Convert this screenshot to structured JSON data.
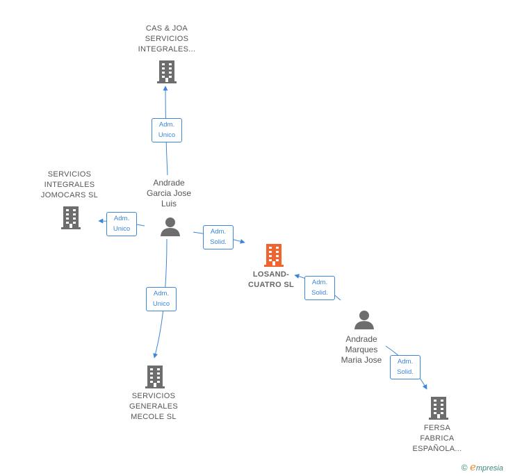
{
  "nodes": {
    "cas_joa": "CAS & JOA\nSERVICIOS\nINTEGRALES...",
    "jomocars": "SERVICIOS\nINTEGRALES\nJOMOCARS  SL",
    "losand": "LOSAND-\nCUATRO  SL",
    "mecole": "SERVICIOS\nGENERALES\nMECOLE  SL",
    "fersa": "FERSA\nFABRICA\nESPAÑOLA..."
  },
  "persons": {
    "andrade_garcia": "Andrade\nGarcia Jose\nLuis",
    "andrade_marques": "Andrade\nMarques\nMaria Jose"
  },
  "edges": {
    "to_cas_joa": "Adm.\nUnico",
    "to_jomocars": "Adm.\nUnico",
    "to_losand_garcia": "Adm.\nSolid.",
    "to_mecole": "Adm.\nUnico",
    "to_losand_marques": "Adm.\nSolid.",
    "to_fersa": "Adm.\nSolid."
  },
  "colors": {
    "edge": "#3b86d8",
    "company": "#6d6d6d",
    "main_company": "#f06430",
    "person": "#6d6d6d"
  },
  "footer": {
    "copyright": "©",
    "brand_initial": "e",
    "brand_rest": "mpresia"
  }
}
